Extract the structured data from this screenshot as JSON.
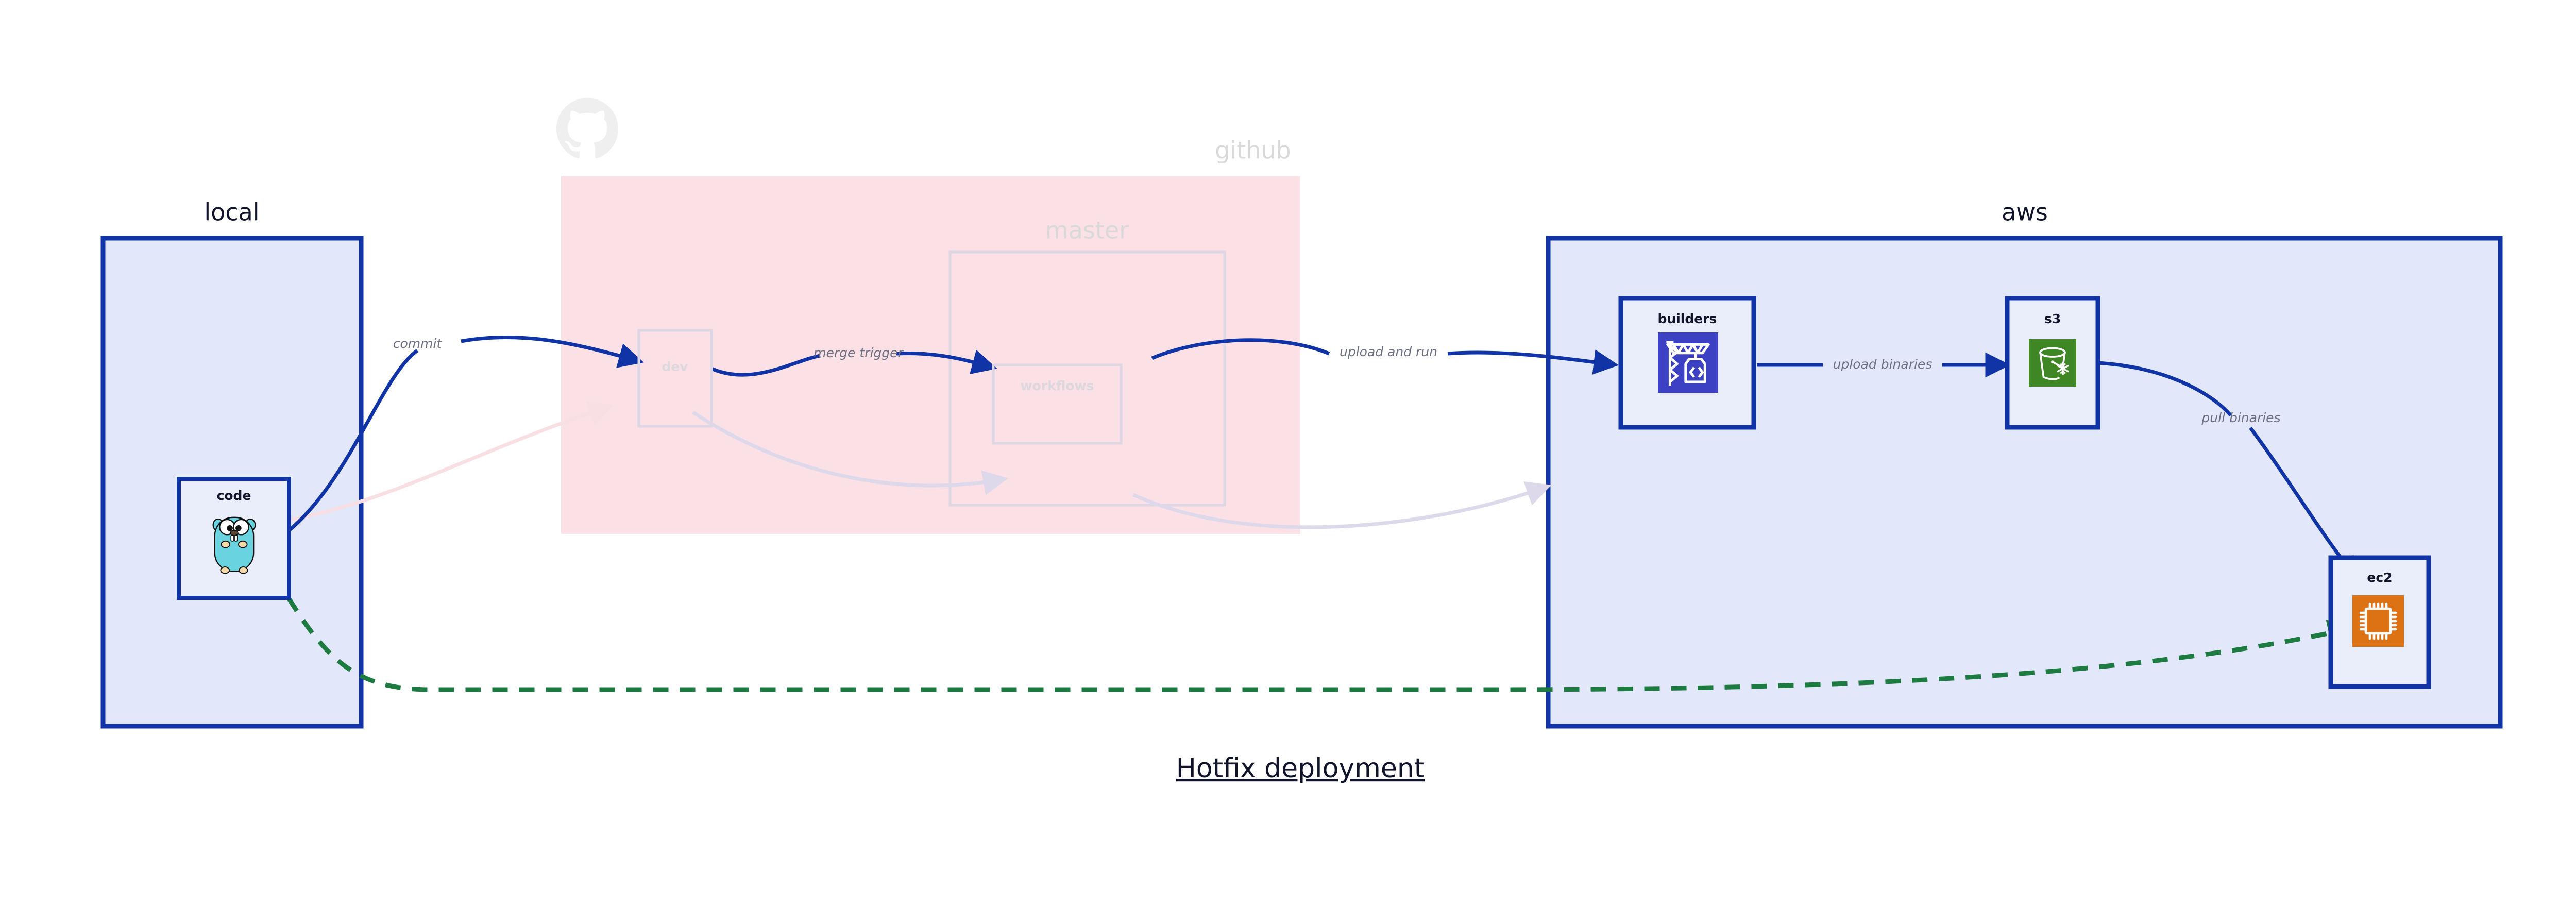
{
  "title": "Hotfix deployment",
  "colors": {
    "container_border": "#1034a6",
    "container_fill": "#e2e7fa",
    "github_fill": "#fbe0e6",
    "node_fill": "#eaeefb",
    "edge_blue": "#1034a6",
    "edge_green_dashed": "#1d7a41",
    "edge_faded": "#ded9ea",
    "label_grey": "#6b6f80",
    "text_dark": "#10142a",
    "faded_text": "#d9d9d9",
    "codebuild_blue": "#3c41c4",
    "s3_green": "#3f8624",
    "ec2_orange": "#dd7215",
    "gopher_cyan": "#69d4e0"
  },
  "groups": [
    {
      "id": "local",
      "label": "local",
      "faded": false
    },
    {
      "id": "github",
      "label": "github",
      "faded": true
    },
    {
      "id": "master",
      "label": "master",
      "faded": true
    },
    {
      "id": "aws",
      "label": "aws",
      "faded": false
    }
  ],
  "nodes": [
    {
      "id": "code",
      "label": "code",
      "icon": "go-gopher-icon",
      "faded": false,
      "group": "local"
    },
    {
      "id": "dev",
      "label": "dev",
      "icon": "none",
      "faded": true,
      "group": "github"
    },
    {
      "id": "workflows",
      "label": "workflows",
      "icon": "none",
      "faded": true,
      "group": "master"
    },
    {
      "id": "builders",
      "label": "builders",
      "icon": "aws-codebuild-icon",
      "faded": false,
      "group": "aws"
    },
    {
      "id": "s3",
      "label": "s3",
      "icon": "aws-s3-icon",
      "faded": false,
      "group": "aws"
    },
    {
      "id": "ec2",
      "label": "ec2",
      "icon": "aws-ec2-icon",
      "faded": false,
      "group": "aws"
    }
  ],
  "edges": [
    {
      "id": "commit",
      "from": "code",
      "to": "dev",
      "label": "commit",
      "style": "solid-blue"
    },
    {
      "id": "merge-trigger",
      "from": "dev",
      "to": "workflows",
      "label": "merge trigger",
      "style": "solid-blue"
    },
    {
      "id": "upload-and-run",
      "from": "workflows",
      "to": "builders",
      "label": "upload and run",
      "style": "solid-blue"
    },
    {
      "id": "upload-binaries",
      "from": "builders",
      "to": "s3",
      "label": "upload binaries",
      "style": "solid-blue"
    },
    {
      "id": "pull-binaries",
      "from": "s3",
      "to": "ec2",
      "label": "pull binaries",
      "style": "solid-blue"
    },
    {
      "id": "hotfix-direct",
      "from": "code",
      "to": "ec2",
      "label": "",
      "style": "dashed-green"
    }
  ],
  "logos": [
    {
      "id": "github-octocat",
      "name": "github-octocat-icon",
      "faded": true
    }
  ]
}
